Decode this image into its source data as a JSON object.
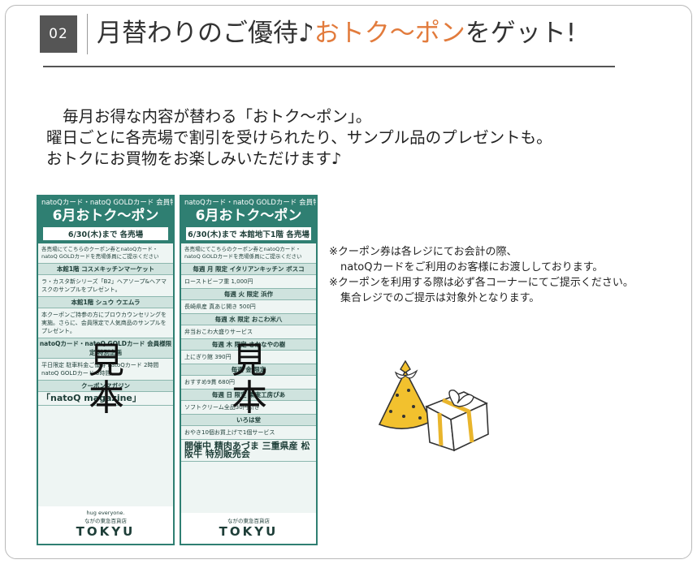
{
  "header": {
    "number": "02",
    "title_prefix": "月替わりのご優待♪",
    "title_accent": "おトク〜ポン",
    "title_suffix": "をゲット!"
  },
  "intro": {
    "line1": "毎月お得な内容が替わる「おトク〜ポン」。",
    "line2": "曜日ごとに各売場で割引を受けられたり、サンプル品のプレゼントも。",
    "line3": "おトクにお買物をお楽しみいただけます♪"
  },
  "coupon_left": {
    "brand": "natoQカード・natoQ GOLDカード 会員特典",
    "title": "6月おトク〜ポン",
    "date": "6/30(木)まで 各売場",
    "note": "各売場にてこちらのクーポン券とnatoQカード・natoQ GOLDカードを売場係員にご提示ください",
    "sec1_label": "本館1階 コスメキッチンマーケット",
    "sec1_text": "ラ・カスタ新シリーズ「B2」ヘアソープ&ヘアマスクのサンプルをプレゼント。",
    "sec2_label": "本館1階 シュウ ウエムラ",
    "sec2_text": "本クーポンご持参の方にブロウカウンセリングを実施。さらに、会員限定で人気商品のサンプルをプレゼント。",
    "sec3_label": "natoQカード・natoQ GOLDカード 会員様限定 特別企画",
    "sec3_text": "平日限定 駐車料金ご優待 natoQカード 2時間 natoQ GOLDカード 3時間",
    "sec4_label": "クーポンマガジン",
    "sec4_text": "「natoQ magazine」",
    "tagline": "hug everyone.",
    "store": "ながの東急百貨店",
    "logo": "TOKYU"
  },
  "coupon_right": {
    "brand": "natoQカード・natoQ GOLDカード 会員特典",
    "title": "6月おトク〜ポン",
    "date": "6/30(木)まで 本館地下1階 各売場",
    "note": "各売場にてこちらのクーポン券とnatoQカード・natoQ GOLDカードを売場係員にご提示ください",
    "mon_label": "毎週 月 限定 イタリアンキッチン ボスコ",
    "mon_text": "ローストビーフ重 1,000円",
    "tue_label": "毎週 火 限定 浜作",
    "tue_text": "長崎県産 真あじ開き 500円",
    "wed_label": "毎週 水 限定 おこわ米八",
    "wed_text": "弁当おこわ大盛りサービス",
    "thu_label": "毎週 木 限定 さかなやの樹",
    "thu_text": "上にぎり館 390円",
    "fri_label": "毎週 金 限定",
    "fri_text": "おすすめ9貫 680円",
    "sun_label": "毎週 日 限定 果実工房ぴあ",
    "sun_text": "ソフトクリーム全品30円引き",
    "daily_label": "いろは堂",
    "daily_text": "おやき10個お買上げで1個サービス",
    "event_text": "開催中 精肉あづま 三重県産 松阪牛 特別販売会",
    "store": "ながの東急百貨店",
    "logo": "TOKYU"
  },
  "stamp": {
    "char1": "見",
    "char2": "本"
  },
  "notes": {
    "line1": "※クーポン券は各レジにてお会計の際、",
    "line2": "natoQカードをご利用のお客様にお渡ししております。",
    "line3": "※クーポンを利用する際は必ず各コーナーにてご提示ください。",
    "line4": "集合レジでのご提示は対象外となります。"
  },
  "colors": {
    "accent": "#e27b3c",
    "coupon_green": "#2f7f72",
    "badge": "#555555",
    "hat_yellow": "#f2c12e"
  },
  "icons": {
    "gift": "party-gift-icon"
  }
}
